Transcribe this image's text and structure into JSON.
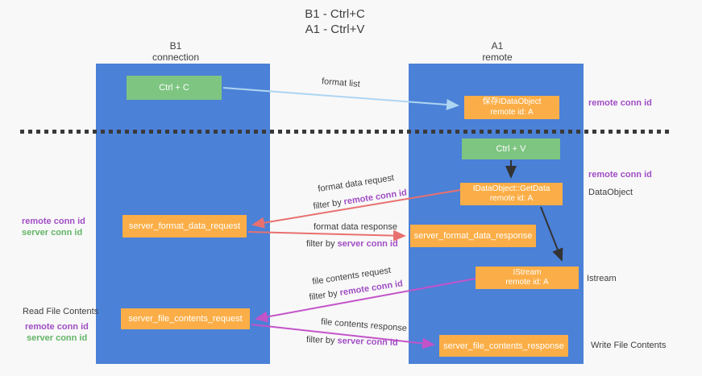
{
  "title": {
    "line1": "B1 - Ctrl+C",
    "line2": "A1 - Ctrl+V"
  },
  "lifelines": {
    "left": {
      "name": "B1",
      "role": "connection"
    },
    "right": {
      "name": "A1",
      "role": "remote"
    }
  },
  "nodes": {
    "ctrl_c": {
      "label": "Ctrl + C"
    },
    "save_idataobject": {
      "line1": "保存IDataObject",
      "line2": "remote id: A"
    },
    "ctrl_v": {
      "label": "Ctrl + V"
    },
    "getdata": {
      "line1": "IDataObject::GetData",
      "line2": "remote id: A"
    },
    "format_request": {
      "label": "server_format_data_request"
    },
    "format_response": {
      "label": "server_format_data_response"
    },
    "istream": {
      "line1": "IStream",
      "line2": "remote id: A"
    },
    "file_request": {
      "label": "server_file_contents_request"
    },
    "file_response": {
      "label": "server_file_contents_response"
    }
  },
  "edge_labels": {
    "format_list": "format list",
    "format_data_request": "format data request",
    "format_data_response": "format data response",
    "file_contents_request": "file contents request",
    "file_contents_response": "file contents response",
    "filter_prefix": "filter by ",
    "remote_conn_id": "remote conn id",
    "server_conn_id": "server conn id"
  },
  "side_labels": {
    "right_remote_conn_id_top": "remote conn id",
    "right_remote_conn_id_mid": "remote conn id",
    "dataobject": "DataObject",
    "istream": "Istream",
    "write_file_contents": "Write File Contents",
    "left_remote_conn_id_top": "remote conn id",
    "left_server_conn_id_top": "server conn id",
    "read_file_contents": "Read File Contents",
    "left_remote_conn_id_bottom": "remote conn id",
    "left_server_conn_id_bottom": "server conn id"
  },
  "colors": {
    "panel_blue": "#4b81d7",
    "node_orange": "#fbae47",
    "node_green": "#7ec581",
    "arrow_light_blue": "#aed5f2",
    "arrow_black": "#333333",
    "arrow_salmon": "#e87170",
    "arrow_magenta": "#c353c9",
    "text_purple": "#a04ec4",
    "text_green": "#64b567",
    "text_dark": "#3d3d3d",
    "background": "#f8f8f8"
  }
}
